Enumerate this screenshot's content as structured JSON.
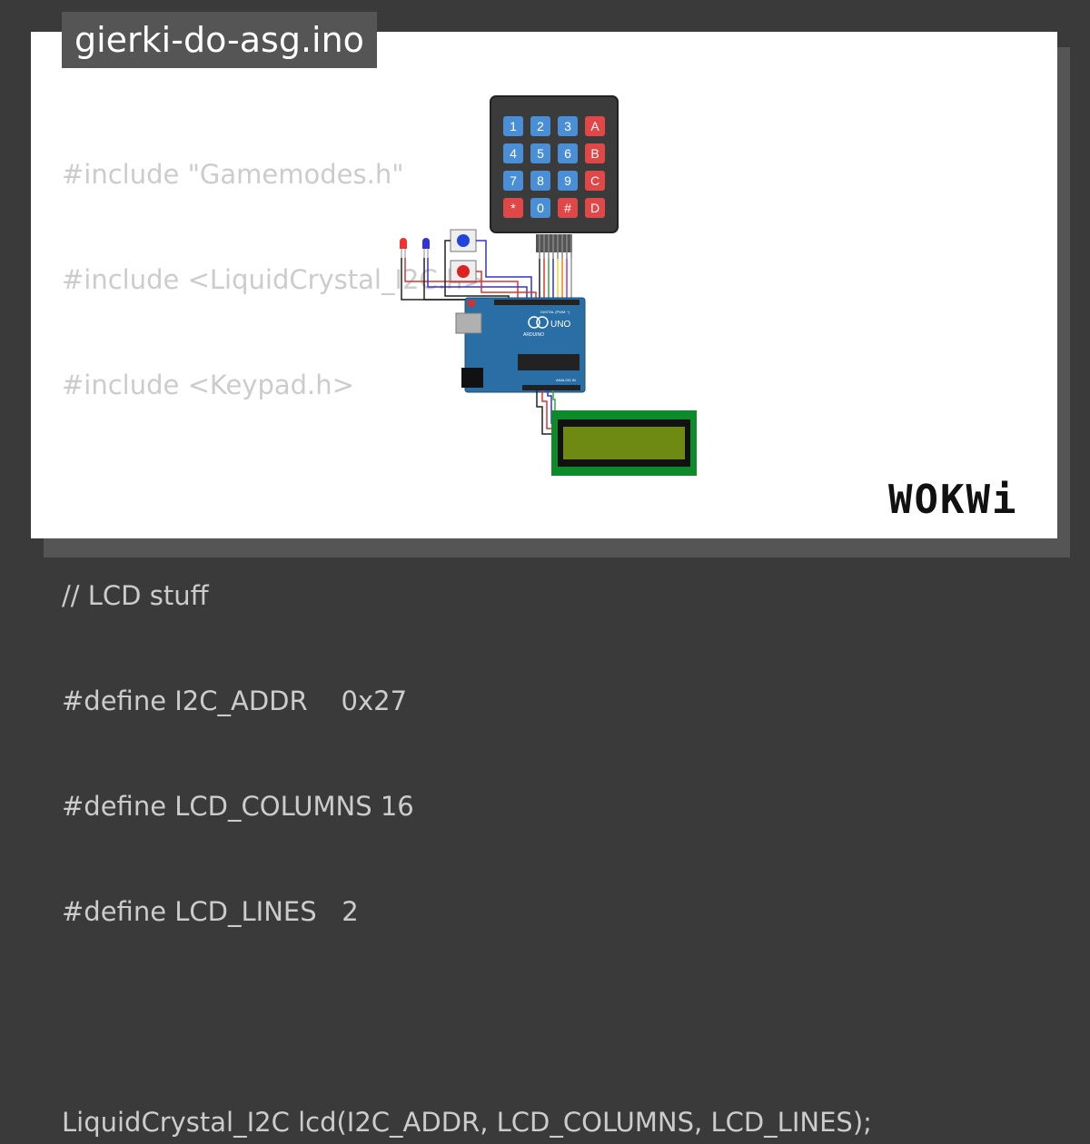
{
  "project": {
    "filename": "gierki-do-asg.ino"
  },
  "code_lines": [
    "#include \"Gamemodes.h\"",
    "#include <LiquidCrystal_I2C.h>",
    "#include <Keypad.h>",
    "",
    "// LCD stuff",
    "#define I2C_ADDR    0x27",
    "#define LCD_COLUMNS 16",
    "#define LCD_LINES   2",
    "",
    "LiquidCrystal_I2C lcd(I2C_ADDR, LCD_COLUMNS, LCD_LINES);"
  ],
  "keypad": {
    "keys": [
      "1",
      "2",
      "3",
      "A",
      "4",
      "5",
      "6",
      "B",
      "7",
      "8",
      "9",
      "C",
      "*",
      "0",
      "#",
      "D"
    ]
  },
  "arduino": {
    "label_uno": "UNO",
    "label_arduino": "ARDUINO",
    "label_digital": "DIGITAL (PWM ~)",
    "label_analog": "ANALOG IN"
  },
  "branding": {
    "logo_text": "WOKWi"
  },
  "colors": {
    "background": "#3a3a3a",
    "card": "#ffffff",
    "title_tag": "#555555",
    "code_text": "#cccccc",
    "arduino_blue": "#2a6ea6",
    "keypad_body": "#3b3b3b",
    "key_blue": "#4a8fd6",
    "key_red": "#e04848",
    "lcd_green": "#0d8a2a",
    "lcd_screen": "#6f8a12"
  }
}
